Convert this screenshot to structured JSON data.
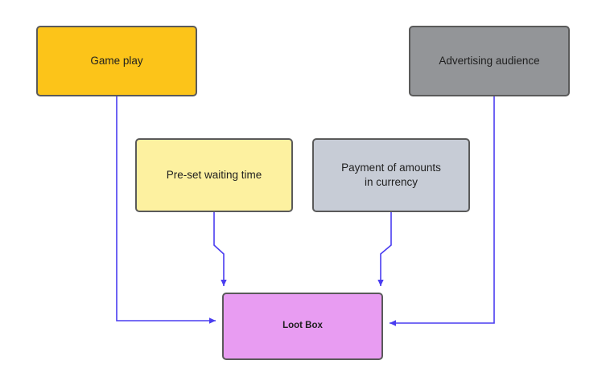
{
  "diagram": {
    "type": "flow-diagram",
    "background_color": "#ffffff",
    "edge_color": "#4a3df0",
    "node_border_color": "#5a5a5a",
    "nodes": [
      {
        "id": "game-play",
        "label": "Game play",
        "color": "#fcc419"
      },
      {
        "id": "advertising-audience",
        "label": "Advertising audience",
        "color": "#939598"
      },
      {
        "id": "waiting-time",
        "label": "Pre-set waiting time",
        "color": "#fdf1a0"
      },
      {
        "id": "payment",
        "label": "Payment of amounts\nin currency",
        "color": "#c7ccd6"
      },
      {
        "id": "loot-box",
        "label": "Loot Box",
        "color": "#e89cf2"
      }
    ],
    "edges": [
      {
        "from": "game-play",
        "to": "loot-box"
      },
      {
        "from": "waiting-time",
        "to": "loot-box"
      },
      {
        "from": "payment",
        "to": "loot-box"
      },
      {
        "from": "advertising-audience",
        "to": "loot-box"
      }
    ]
  }
}
